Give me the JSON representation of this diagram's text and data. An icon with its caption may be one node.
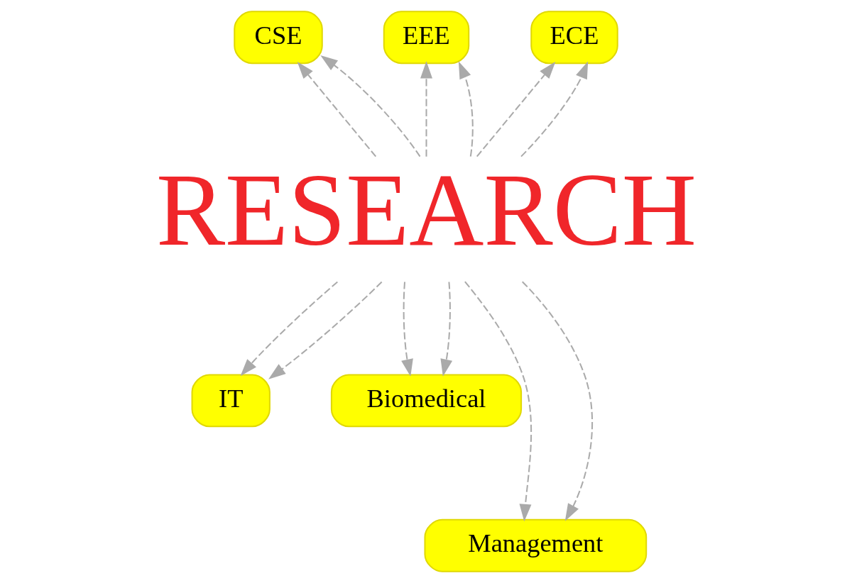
{
  "diagram": {
    "nodes": [
      {
        "text": [
          "CSE"
        ]
      },
      {
        "text": [
          "EEE"
        ]
      },
      {
        "text": [
          "ECE"
        ]
      },
      {
        "text": [
          "RESEARCH"
        ]
      },
      {
        "text": [
          "IT"
        ]
      },
      {
        "text": [
          "Biomedical"
        ]
      },
      {
        "text": [
          "Management"
        ]
      }
    ],
    "edges": [
      {
        "from": 3,
        "to": 0,
        "arrow": "to",
        "style": "dashed"
      },
      {
        "from": 3,
        "to": 0,
        "arrow": "to",
        "style": "dashed"
      },
      {
        "from": 3,
        "to": 1,
        "arrow": "to",
        "style": "dashed"
      },
      {
        "from": 3,
        "to": 1,
        "arrow": "to",
        "style": "dashed"
      },
      {
        "from": 3,
        "to": 2,
        "arrow": "to",
        "style": "dashed"
      },
      {
        "from": 3,
        "to": 2,
        "arrow": "to",
        "style": "dashed"
      },
      {
        "from": 3,
        "to": 4,
        "arrow": "to",
        "style": "dashed"
      },
      {
        "from": 3,
        "to": 4,
        "arrow": "to",
        "style": "dashed"
      },
      {
        "from": 3,
        "to": 5,
        "arrow": "to",
        "style": "dashed"
      },
      {
        "from": 3,
        "to": 5,
        "arrow": "to",
        "style": "dashed"
      },
      {
        "from": 3,
        "to": 6,
        "arrow": "to",
        "style": "dashed"
      },
      {
        "from": 3,
        "to": 6,
        "arrow": "to",
        "style": "dashed"
      }
    ]
  }
}
